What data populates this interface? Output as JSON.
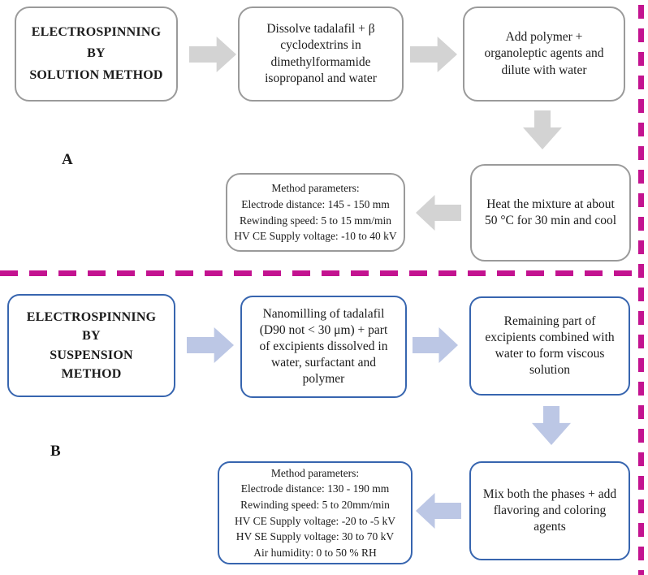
{
  "figure": {
    "panel_a": {
      "label": "A",
      "method_box": "ELECTROSPINNING\nBY\nSOLUTION METHOD",
      "step_dissolve": "Dissolve tadalafil + β\ncyclodextrins in\ndimethylformamide\nisopropanol and water",
      "step_add_polymer": "Add polymer +\norganoleptic agents and\ndilute with water",
      "step_heat": "Heat the mixture at about\n50 °C for 30 min and cool",
      "method_parameters": "Method parameters:\nElectrode distance: 145 - 150 mm\nRewinding speed: 5 to 15 mm/min\nHV CE Supply voltage: -10 to 40 kV"
    },
    "panel_b": {
      "label": "B",
      "method_box": "ELECTROSPINNING\nBY\nSUSPENSION\nMETHOD",
      "step_nanomilling": "Nanomilling of tadalafil\n(D90 not < 30 μm) + part\nof excipients dissolved in\nwater, surfactant and\npolymer",
      "step_remaining": "Remaining part of\nexcipients combined with\nwater to form viscous\nsolution",
      "step_mix": "Mix both the phases + add\nflavoring and coloring\nagents",
      "method_parameters": "Method parameters:\nElectrode distance: 130 - 190 mm\nRewinding speed: 5 to 20mm/min\nHV CE Supply voltage: -20 to -5 kV\nHV SE Supply voltage: 30 to 70 kV\nAir humidity: 0 to 50 % RH"
    }
  },
  "colors": {
    "gray_border": "#9a9a9a",
    "gray_arrow": "#d3d3d3",
    "blue_border": "#3765af",
    "blue_arrow": "#bcc7e5",
    "magenta_dash": "#c31390",
    "text_color": "#1b1b1b",
    "bg_color": "#ffffff"
  }
}
